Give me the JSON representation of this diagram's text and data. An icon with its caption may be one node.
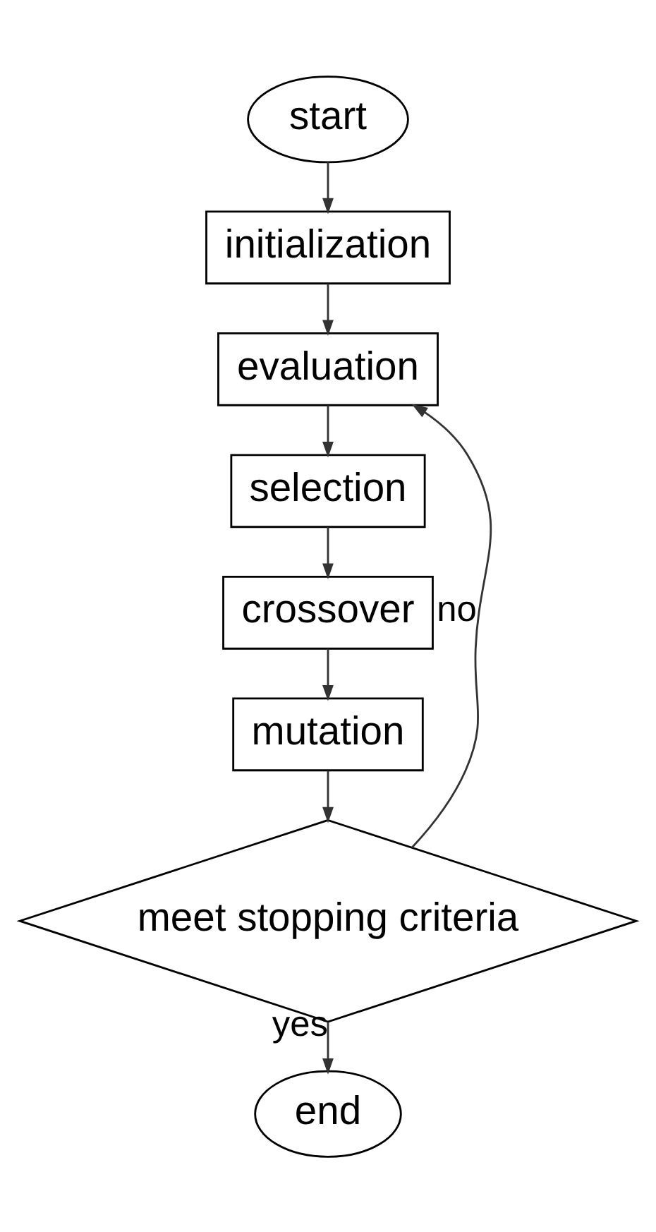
{
  "diagram": {
    "nodes": [
      {
        "text": [
          "start"
        ]
      },
      {
        "text": [
          "initialization"
        ]
      },
      {
        "text": [
          "evaluation"
        ]
      },
      {
        "text": [
          "selection"
        ]
      },
      {
        "text": [
          "crossover"
        ]
      },
      {
        "text": [
          "mutation"
        ]
      },
      {
        "text": [
          "meet stopping criteria"
        ]
      },
      {
        "text": [
          "end"
        ]
      }
    ],
    "edges": [
      {
        "from": 0,
        "to": 1,
        "arrow": "to"
      },
      {
        "from": 1,
        "to": 2,
        "arrow": "to"
      },
      {
        "from": 2,
        "to": 3,
        "arrow": "to"
      },
      {
        "from": 3,
        "to": 4,
        "arrow": "to"
      },
      {
        "from": 4,
        "to": 5,
        "arrow": "to"
      },
      {
        "from": 5,
        "to": 6,
        "arrow": "to"
      },
      {
        "from": 6,
        "to": 2,
        "arrow": "to",
        "label": "no"
      },
      {
        "from": 6,
        "to": 7,
        "arrow": "to",
        "label": "yes"
      }
    ]
  }
}
